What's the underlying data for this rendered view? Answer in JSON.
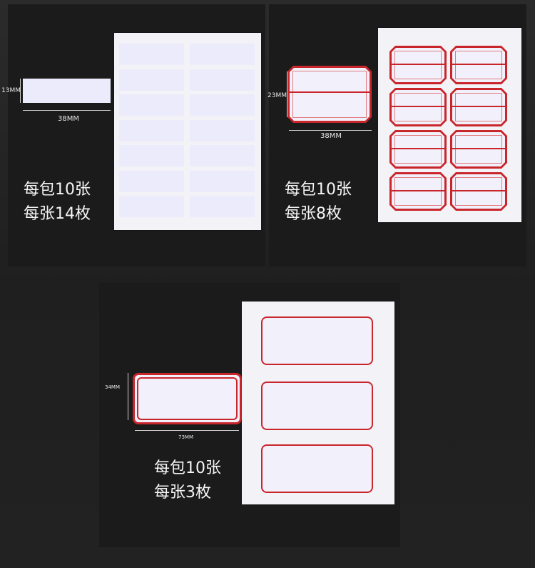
{
  "panel_a": {
    "dimension_height": "13MM",
    "dimension_width": "38MM",
    "caption_line1": "每包10张",
    "caption_line2": "每张14枚"
  },
  "panel_b": {
    "dimension_height": "23MM",
    "dimension_width": "38MM",
    "caption_line1": "每包10张",
    "caption_line2": "每张8枚"
  },
  "panel_c": {
    "dimension_height": "34MM",
    "dimension_width": "73MM",
    "caption_line1": "每包10张",
    "caption_line2": "每张3枚"
  },
  "colors": {
    "label_red": "#c9262b",
    "label_white": "#f2f1fb",
    "background": "#1f1f1f"
  }
}
